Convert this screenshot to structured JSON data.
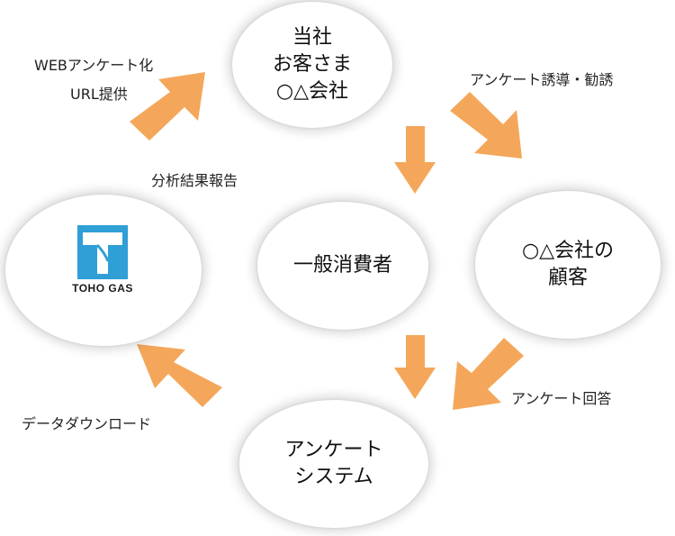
{
  "nodes": {
    "client": {
      "lines": [
        "当社",
        "お客さま",
        "○△会社"
      ]
    },
    "consumer": {
      "text": "一般消費者"
    },
    "customer": {
      "lines": [
        "○△会社の",
        "顧客"
      ]
    },
    "system": {
      "lines": [
        "アンケート",
        "システム"
      ]
    },
    "toho": {
      "logo_text": "TOHO GAS"
    }
  },
  "notes": {
    "web_survey": "WEBアンケート化",
    "url": "URL提供",
    "guide": "アンケート誘導・勧誘",
    "report": "分析結果報告",
    "answer": "アンケート回答",
    "download": "データダウンロード"
  },
  "colors": {
    "arrow": "#F4A75A",
    "logo_blue": "#2F9FD6"
  }
}
